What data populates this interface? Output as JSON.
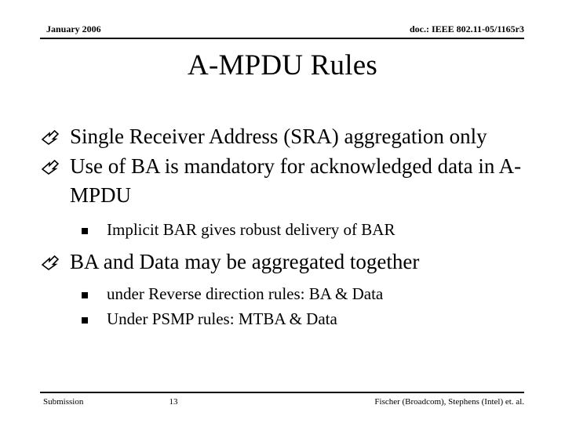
{
  "header": {
    "left": "January 2006",
    "right": "doc.: IEEE 802.11-05/1165r3"
  },
  "title": "A-MPDU Rules",
  "bullets": [
    {
      "level": 1,
      "marker": "hollow-right-arrow-icon",
      "text": "Single Receiver Address (SRA) aggregation only"
    },
    {
      "level": 1,
      "marker": "hollow-right-arrow-icon",
      "text": "Use of BA is mandatory for acknowledged data in A-MPDU"
    },
    {
      "level": 2,
      "marker": "filled-square-icon",
      "text": "Implicit BAR gives robust delivery of BAR"
    },
    {
      "level": 1,
      "marker": "hollow-right-arrow-icon",
      "text": "BA and Data may be aggregated together"
    },
    {
      "level": 2,
      "marker": "filled-square-icon",
      "text": "under Reverse direction rules:  BA & Data"
    },
    {
      "level": 2,
      "marker": "filled-square-icon",
      "text": "Under PSMP rules: MTBA & Data"
    }
  ],
  "footer": {
    "left": "Submission",
    "page": "13",
    "right": "Fischer (Broadcom), Stephens (Intel) et. al."
  },
  "colors": {
    "text": "#000000",
    "background": "#ffffff",
    "rule": "#000000"
  }
}
